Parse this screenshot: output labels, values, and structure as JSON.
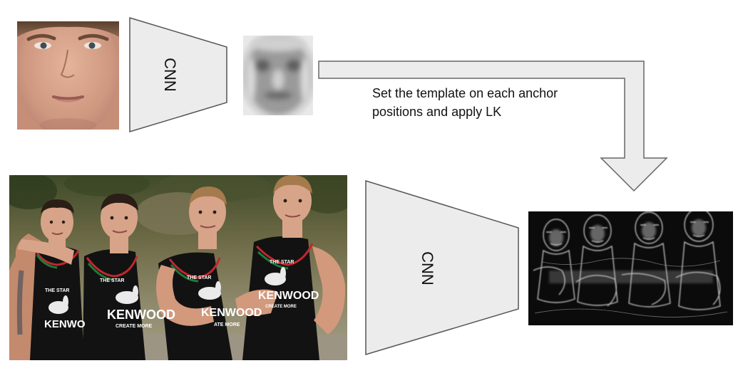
{
  "top_encoder": {
    "label": "CNN"
  },
  "bottom_encoder": {
    "label": "CNN"
  },
  "caption": {
    "line1": "Set the template on each anchor",
    "line2": "positions and apply LK"
  },
  "photo_text": {
    "sponsor": "KENWOOD",
    "sponsor_tag": "CREATE MORE",
    "sponsor_tag_partial": "ATE MORE",
    "sponsor_partial": "KENWO",
    "jersey_badge": "THE STAR"
  },
  "colors": {
    "encoder_fill": "#ececec",
    "encoder_stroke": "#555555",
    "arrow_fill": "#ececec",
    "arrow_stroke": "#666666",
    "jersey": "#121212",
    "jersey_trim_red": "#c0282d",
    "jersey_trim_green": "#1f7a3a",
    "skin": "#d7a489"
  }
}
